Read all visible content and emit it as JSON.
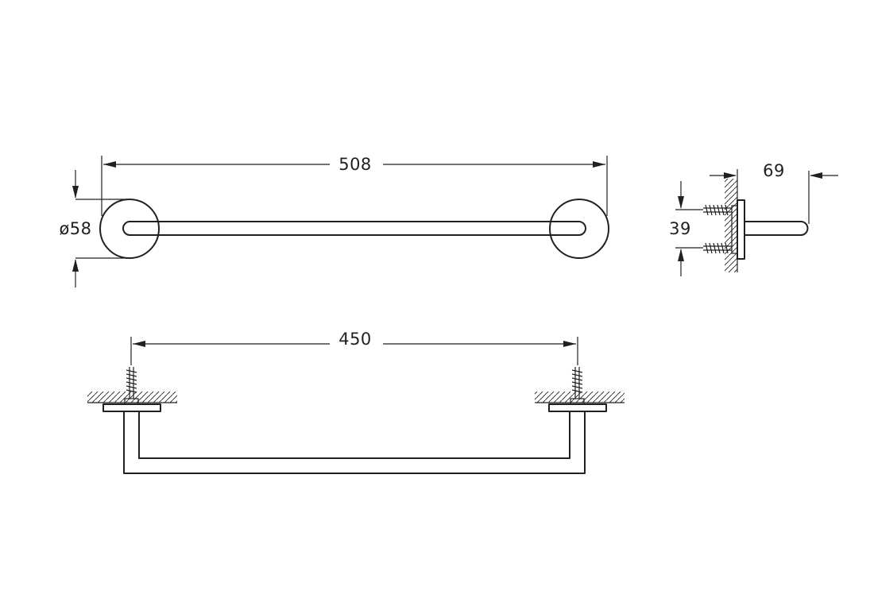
{
  "drawing": {
    "line_color": "#231f20",
    "background": "#ffffff",
    "dimensions": {
      "overall_length": "508",
      "rosette_diameter": "ø58",
      "mount_center_distance": "450",
      "projection": "69",
      "screw_spacing": "39"
    }
  }
}
